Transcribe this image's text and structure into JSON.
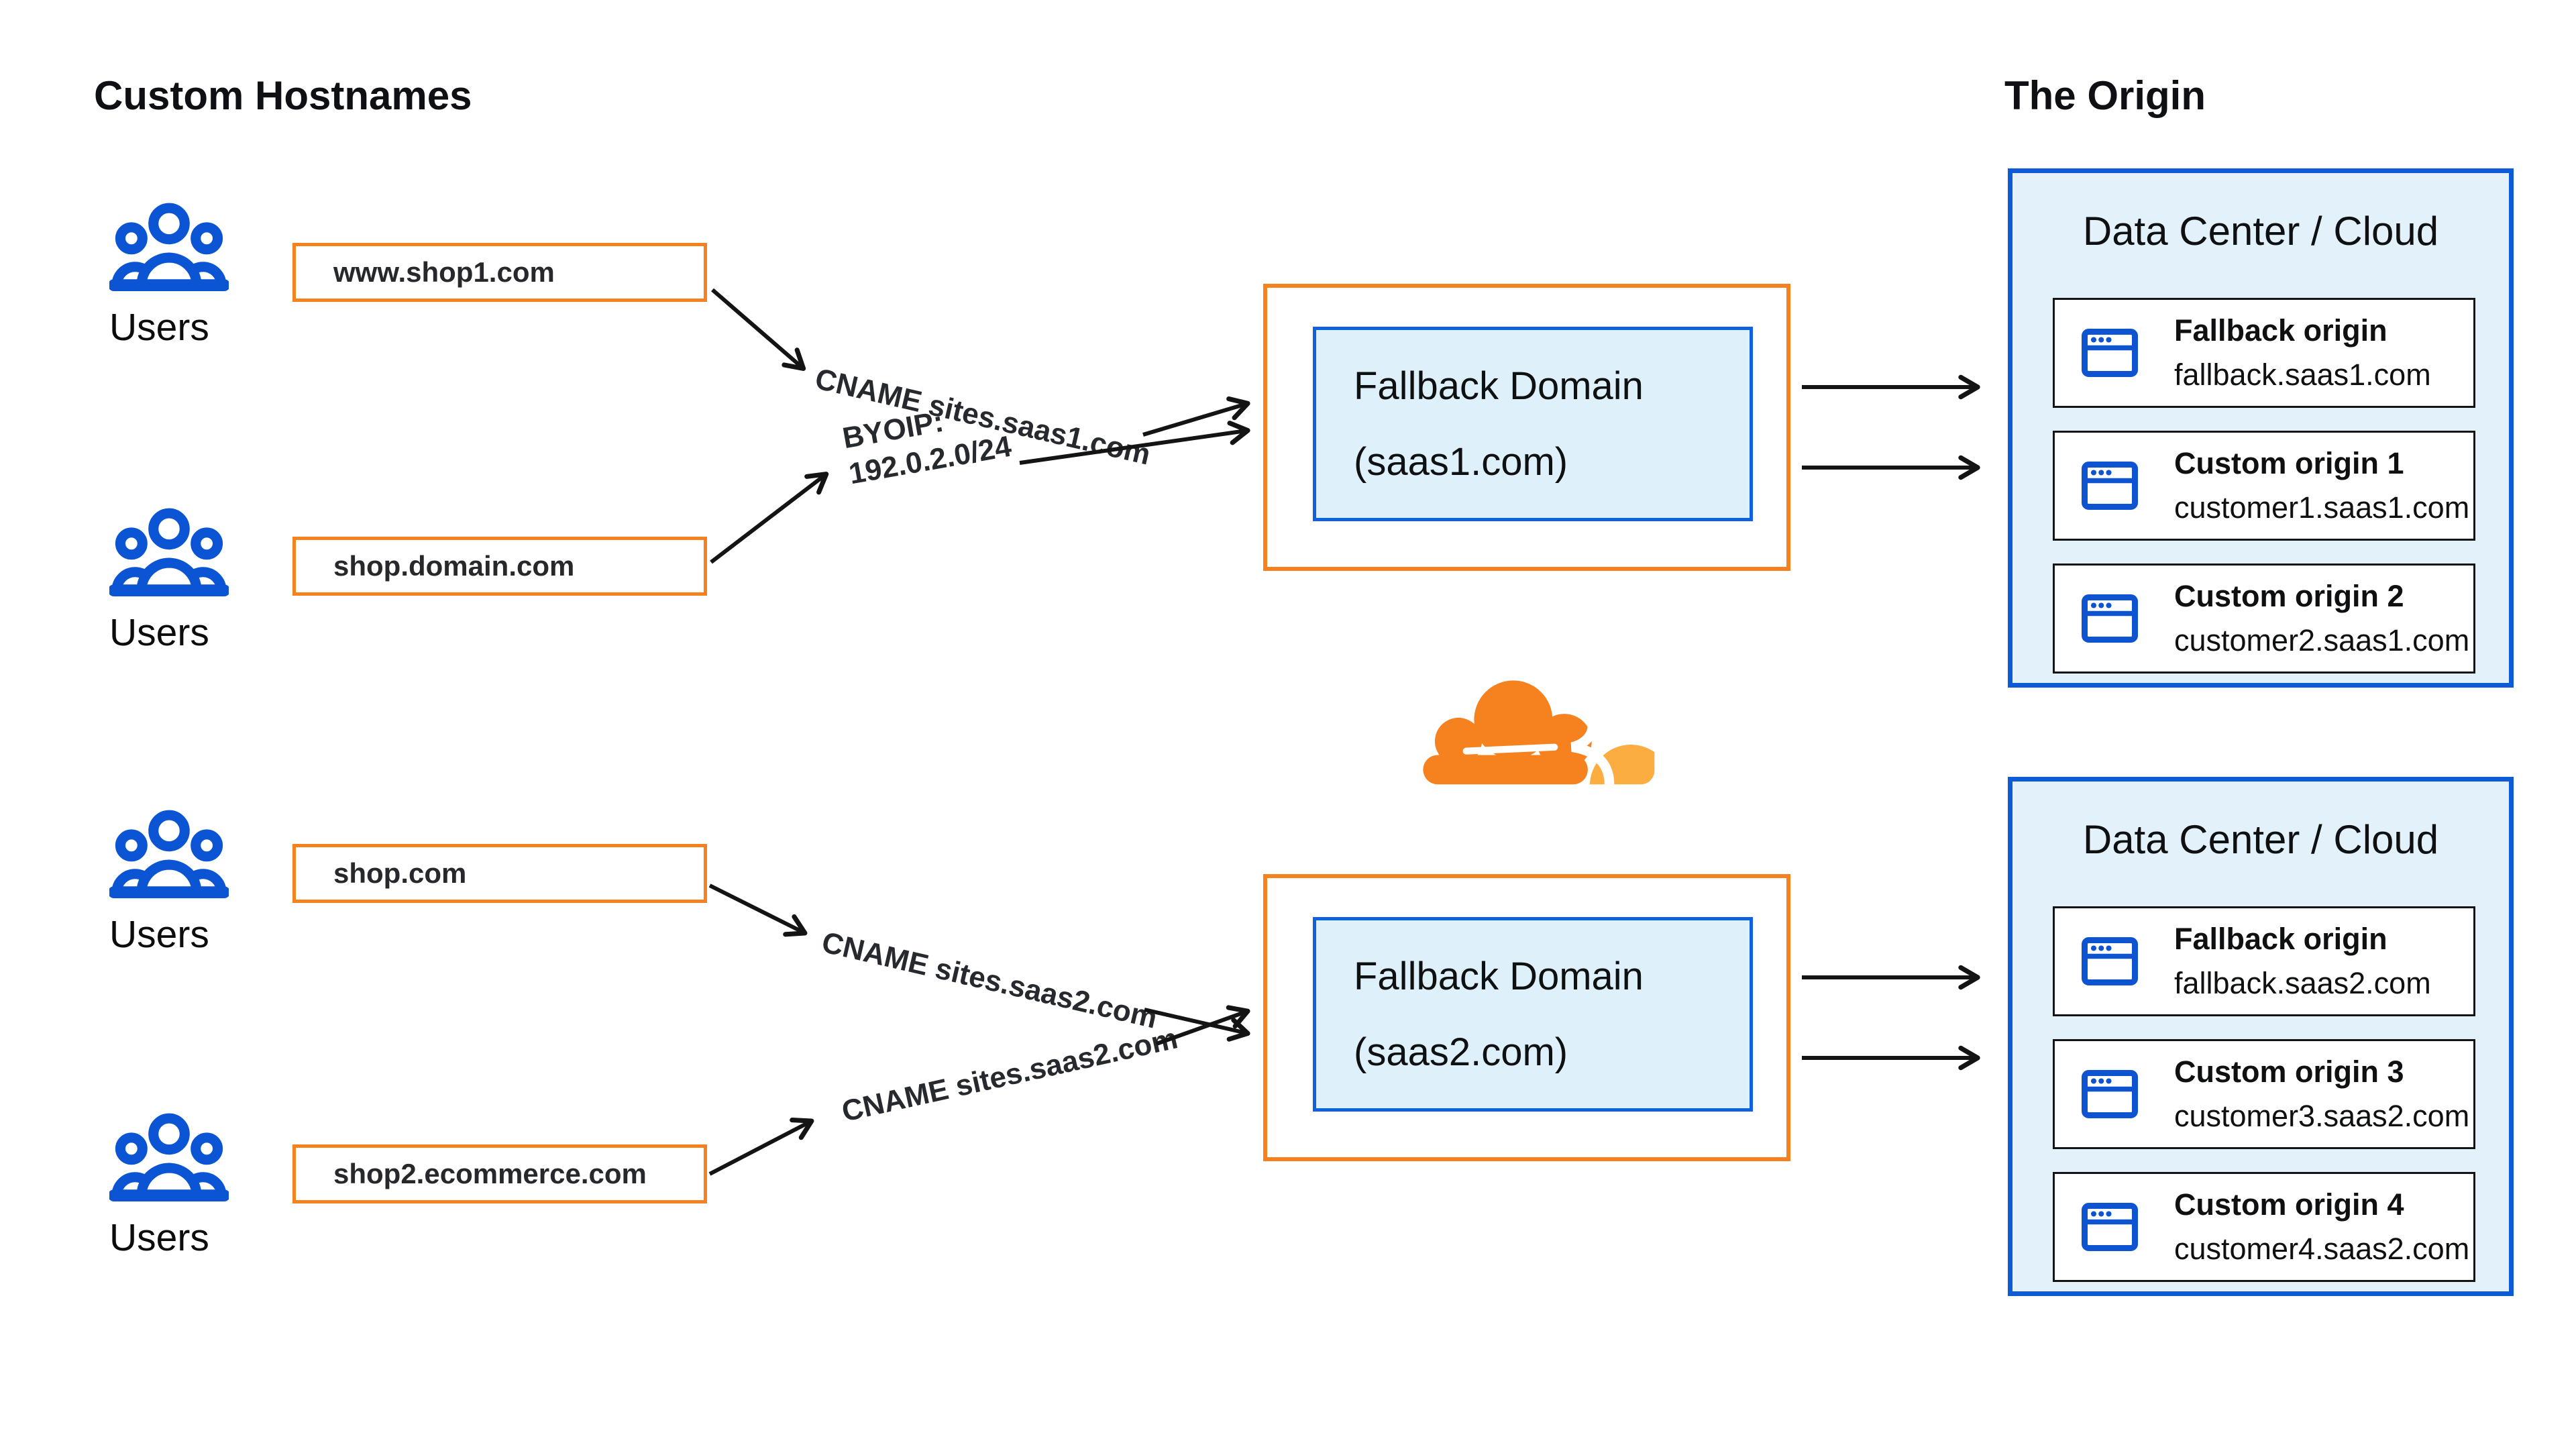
{
  "titles": {
    "left": "Custom Hostnames",
    "right": "The Origin"
  },
  "user_groups": [
    {
      "label": "Users"
    },
    {
      "label": "Users"
    },
    {
      "label": "Users"
    },
    {
      "label": "Users"
    }
  ],
  "hostnames": [
    "www.shop1.com",
    "shop.domain.com",
    "shop.com",
    "shop2.ecommerce.com"
  ],
  "connections": {
    "cname_saas1": "CNAME sites.saas1.com",
    "byoip_line1": "BYOIP:",
    "byoip_line2": "192.0.2.0/24",
    "cname_saas2_a": "CNAME sites.saas2.com",
    "cname_saas2_b": "CNAME sites.saas2.com"
  },
  "fallback_domains": [
    {
      "line1": "Fallback Domain",
      "line2": "(saas1.com)"
    },
    {
      "line1": "Fallback Domain",
      "line2": "(saas2.com)"
    }
  ],
  "data_centers": [
    {
      "title": "Data Center / Cloud",
      "origins": [
        {
          "name": "Fallback origin",
          "host": "fallback.saas1.com"
        },
        {
          "name": "Custom origin 1",
          "host": "customer1.saas1.com"
        },
        {
          "name": "Custom origin 2",
          "host": "customer2.saas1.com"
        }
      ]
    },
    {
      "title": "Data Center / Cloud",
      "origins": [
        {
          "name": "Fallback origin",
          "host": "fallback.saas2.com"
        },
        {
          "name": "Custom origin 3",
          "host": "customer3.saas2.com"
        },
        {
          "name": "Custom origin 4",
          "host": "customer4.saas2.com"
        }
      ]
    }
  ],
  "logo": {
    "icon": "cloudflare-logo",
    "primary": "#f6821f",
    "secondary": "#fbad41"
  },
  "colors": {
    "orange": "#f6821f",
    "blue_border": "#0d5bd7",
    "icon_blue": "#0b55d4",
    "panel_fill": "#e3f1fb",
    "inner_fill": "#def0fa",
    "arrow": "#141414"
  }
}
